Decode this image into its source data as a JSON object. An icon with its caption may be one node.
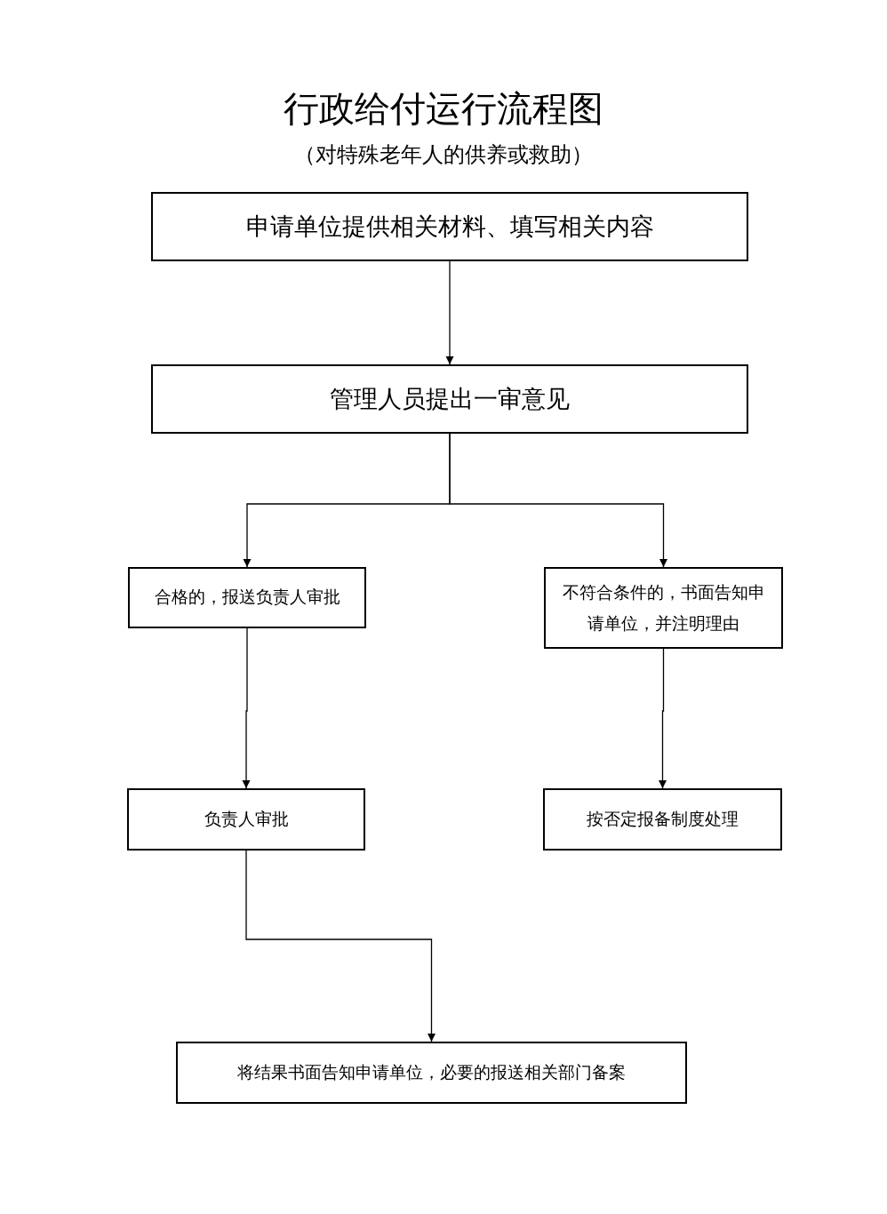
{
  "diagram": {
    "title": "行政给付运行流程图",
    "nodes": [
      {
        "text": [
          "申请单位提供相关材料、填写相关内容"
        ]
      },
      {
        "text": [
          "管理人员提出一审意见"
        ]
      },
      {
        "text": [
          "合格的，报送负责人审批"
        ]
      },
      {
        "text": [
          "不符合条件的，书面告知申请单位，并注明理由"
        ]
      },
      {
        "text": [
          "负责人审批"
        ]
      },
      {
        "text": [
          "按否定报备制度处理"
        ]
      },
      {
        "text": [
          "将结果书面告知申请单位，必要的报送相关部门备案"
        ]
      }
    ],
    "edges": [
      {
        "from": 0,
        "to": 1,
        "arrow": "to"
      },
      {
        "from": 1,
        "to": 2,
        "arrow": "to"
      },
      {
        "from": 1,
        "to": 3,
        "arrow": "to"
      },
      {
        "from": 2,
        "to": 4,
        "arrow": "to"
      },
      {
        "from": 3,
        "to": 5,
        "arrow": "to"
      },
      {
        "from": 4,
        "to": 6,
        "arrow": "to"
      }
    ],
    "labels": [
      "（对特殊老年人的供养或救助）"
    ]
  }
}
